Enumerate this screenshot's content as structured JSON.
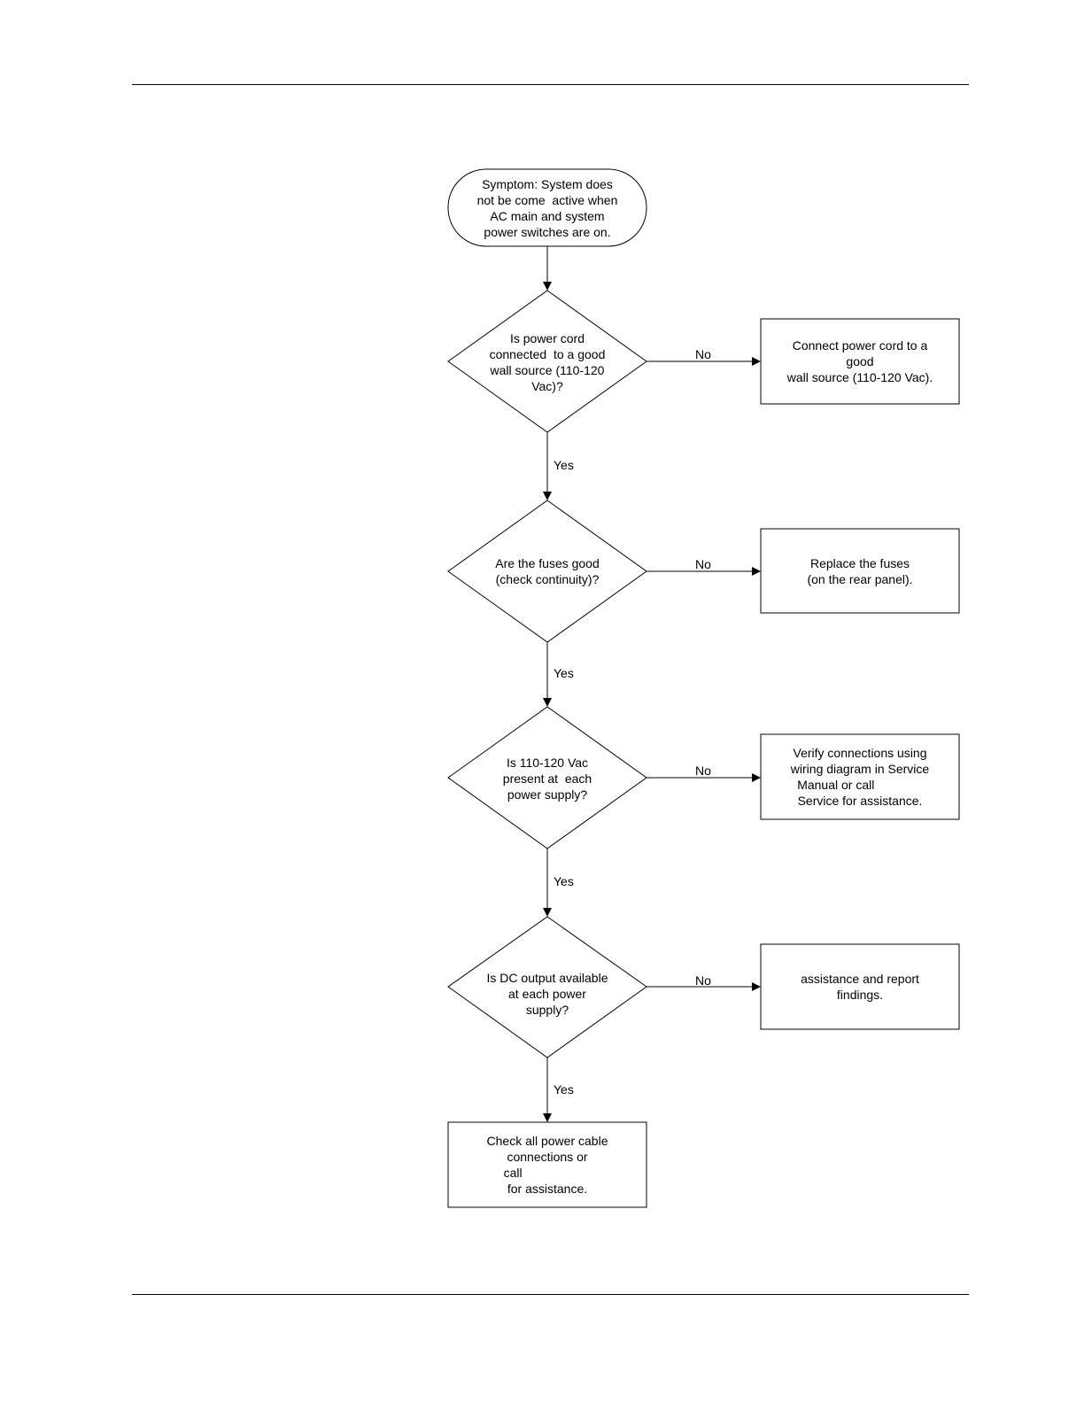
{
  "start": {
    "lines": [
      "Symptom: System does",
      "not be come  active when",
      "AC main and system",
      "power switches are on."
    ]
  },
  "decisions": [
    {
      "lines": [
        "Is power cord",
        "connected  to a good",
        "wall source (110-120",
        "Vac)?"
      ]
    },
    {
      "lines": [
        "Are the fuses good",
        "(check continuity)?"
      ]
    },
    {
      "lines": [
        "Is 110-120 Vac",
        "present at  each",
        "power supply?"
      ]
    },
    {
      "lines": [
        "Is DC output available",
        "at each power",
        "supply?"
      ]
    }
  ],
  "actions": [
    {
      "lines": [
        "Connect power cord to a",
        "good",
        "wall source (110-120 Vac)."
      ]
    },
    {
      "lines": [
        "Replace the fuses",
        "(on the rear panel)."
      ]
    },
    {
      "lines": [
        "Verify connections using",
        "wiring diagram in Service",
        "Manual or call              ",
        "Service for assistance."
      ]
    },
    {
      "lines": [
        "assistance and report",
        "findings."
      ]
    }
  ],
  "end": {
    "lines": [
      "Check all power cable",
      "connections or",
      "call                    ",
      "for assistance."
    ]
  },
  "labels": {
    "no": "No",
    "yes": "Yes"
  }
}
